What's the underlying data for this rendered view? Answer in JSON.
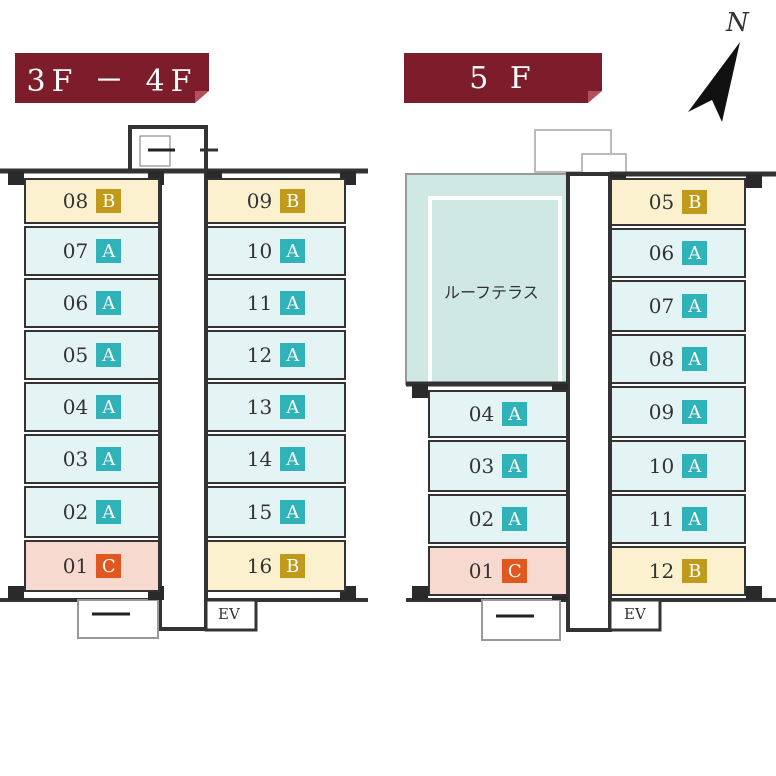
{
  "floors": [
    {
      "banner": "3F － 4F",
      "elevator": "EV",
      "rooms": [
        {
          "num": "08",
          "type": "B"
        },
        {
          "num": "07",
          "type": "A"
        },
        {
          "num": "06",
          "type": "A"
        },
        {
          "num": "05",
          "type": "A"
        },
        {
          "num": "04",
          "type": "A"
        },
        {
          "num": "03",
          "type": "A"
        },
        {
          "num": "02",
          "type": "A"
        },
        {
          "num": "01",
          "type": "C"
        },
        {
          "num": "09",
          "type": "B"
        },
        {
          "num": "10",
          "type": "A"
        },
        {
          "num": "11",
          "type": "A"
        },
        {
          "num": "12",
          "type": "A"
        },
        {
          "num": "13",
          "type": "A"
        },
        {
          "num": "14",
          "type": "A"
        },
        {
          "num": "15",
          "type": "A"
        },
        {
          "num": "16",
          "type": "B"
        }
      ]
    },
    {
      "banner": "5 F",
      "elevator": "EV",
      "roof_terrace": "ルーフテラス",
      "rooms": [
        {
          "num": "04",
          "type": "A"
        },
        {
          "num": "03",
          "type": "A"
        },
        {
          "num": "02",
          "type": "A"
        },
        {
          "num": "01",
          "type": "C"
        },
        {
          "num": "05",
          "type": "B"
        },
        {
          "num": "06",
          "type": "A"
        },
        {
          "num": "07",
          "type": "A"
        },
        {
          "num": "08",
          "type": "A"
        },
        {
          "num": "09",
          "type": "A"
        },
        {
          "num": "10",
          "type": "A"
        },
        {
          "num": "11",
          "type": "A"
        },
        {
          "num": "12",
          "type": "B"
        }
      ]
    }
  ],
  "compass": "N",
  "type_colors": {
    "A": "#2fb3b8",
    "B": "#bf9a1d",
    "C": "#e0571f"
  },
  "room_fill": {
    "A": "#e4f3f3",
    "B": "#fbf1cf",
    "C": "#f8d9cf"
  },
  "roof_fill": "#cfe8e3"
}
